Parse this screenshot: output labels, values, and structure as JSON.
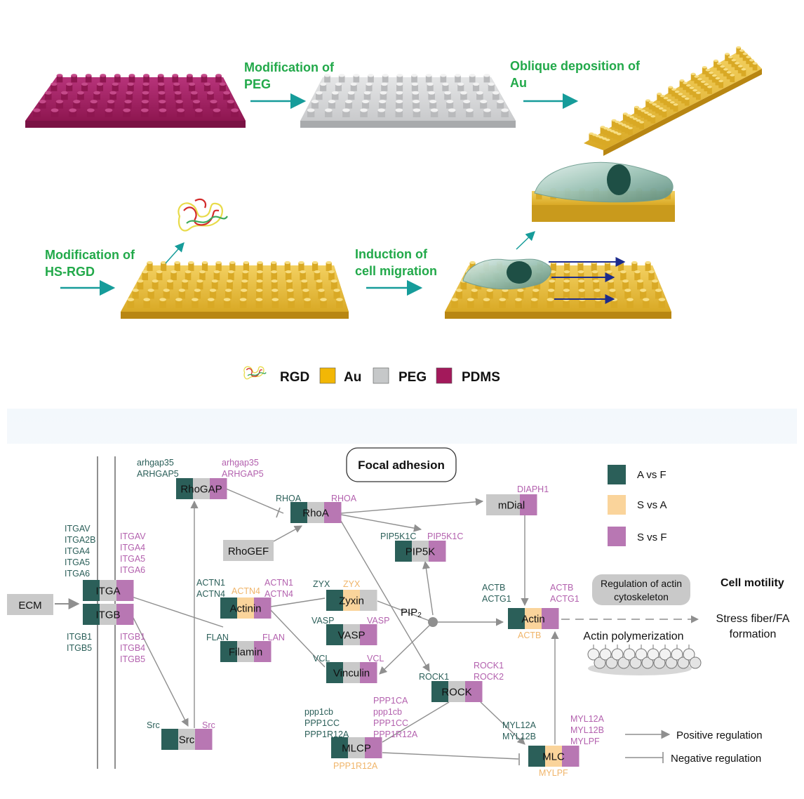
{
  "process": {
    "step1_label": [
      "Modification of",
      "PEG"
    ],
    "step2_label": [
      "Oblique deposition of",
      "Au"
    ],
    "step3_label": [
      "Modification of",
      "HS-RGD"
    ],
    "step4_label": [
      "Induction of",
      "cell migration"
    ]
  },
  "legend_top": [
    {
      "label": "RGD",
      "icon": "rgd-peptide-icon"
    },
    {
      "label": "Au",
      "color": "#F2B705"
    },
    {
      "label": "PEG",
      "color": "#C6C8C9"
    },
    {
      "label": "PDMS",
      "color": "#A3195B"
    }
  ],
  "pathway": {
    "title": "Focal adhesion",
    "colors": {
      "a_vs_f": "#2B5F59",
      "s_vs_a": "#FAD49B",
      "s_vs_f": "#B877B3",
      "none": "#C9C9C9"
    },
    "legend": [
      {
        "label": "A vs F",
        "color": "#2B5F59"
      },
      {
        "label": "S vs A",
        "color": "#FAD49B"
      },
      {
        "label": "S vs F",
        "color": "#B877B3"
      }
    ],
    "regulation_legend": {
      "positive": "Positive regulation",
      "negative": "Negative regulation"
    },
    "ecm": "ECM",
    "nodes": {
      "itga": "ITGA",
      "itgb": "ITGB",
      "rhogap": "RhoGAP",
      "rhoa": "RhoA",
      "rhogef": "RhoGEF",
      "mdial": "mDial",
      "pip5k": "PIP5K",
      "actinin": "Actinin",
      "zyxin": "Zyxin",
      "vasp": "VASP",
      "filamin": "Filamin",
      "vinculin": "Vinculin",
      "rock": "ROCK",
      "src": "Src",
      "mlcp": "MLCP",
      "mlc": "MLC",
      "actin": "Actin"
    },
    "gene_labels": {
      "rhogap_a": [
        "arhgap35",
        "ARHGAP5"
      ],
      "rhogap_f": [
        "arhgap35",
        "ARHGAP5"
      ],
      "rhoa_a": "RHOA",
      "rhoa_f": "RHOA",
      "diaph1": "DIAPH1",
      "pip5k1c_a": "PIP5K1C",
      "pip5k1c_f": "PIP5K1C",
      "itga_a": [
        "ITGAV",
        "ITGA2B",
        "ITGA4",
        "ITGA5",
        "ITGA6"
      ],
      "itga_f": [
        "ITGAV",
        "ITGA4",
        "ITGA5",
        "ITGA6"
      ],
      "itgb_a": [
        "ITGB1",
        "ITGB5"
      ],
      "itgb_f": [
        "ITGB1",
        "ITGB4",
        "ITGB5"
      ],
      "actinin_a": [
        "ACTN1",
        "ACTN4"
      ],
      "actinin_s": "ACTN4",
      "actinin_f": [
        "ACTN1",
        "ACTN4"
      ],
      "zyx_a": "ZYX",
      "zyx_s": "ZYX",
      "vasp_a": "VASP",
      "vasp_f": "VASP",
      "flan_a": "FLAN",
      "flan_f": "FLAN",
      "vcl_a": "VCL",
      "vcl_f": "VCL",
      "actb_a": [
        "ACTB",
        "ACTG1"
      ],
      "actb_f": [
        "ACTB",
        "ACTG1"
      ],
      "actb_s": "ACTB",
      "rock_a": "ROCK1",
      "rock_f": [
        "ROCK1",
        "ROCK2"
      ],
      "src_a": "Src",
      "src_f": "Src",
      "mlcp_a": [
        "ppp1cb",
        "PPP1CC",
        "PPP1R12A"
      ],
      "mlcp_f": [
        "PPP1CA",
        "ppp1cb",
        "PPP1CC",
        "PPP1R12A"
      ],
      "mlcp_s": "PPP1R12A",
      "mlc_a": [
        "MYL12A",
        "MYL12B"
      ],
      "mlc_f": [
        "MYL12A",
        "MYL12B",
        "MYLPF"
      ],
      "mlc_s": "MYLPF"
    },
    "pip2": "PIP",
    "pip2_sub": "2",
    "regulation_box": [
      "Regulation of actin",
      "cytoskeleton"
    ],
    "cell_motility": "Cell motility",
    "stress_fiber": [
      "Stress fiber/FA",
      "formation"
    ],
    "actin_polymerization": "Actin polymerization"
  }
}
